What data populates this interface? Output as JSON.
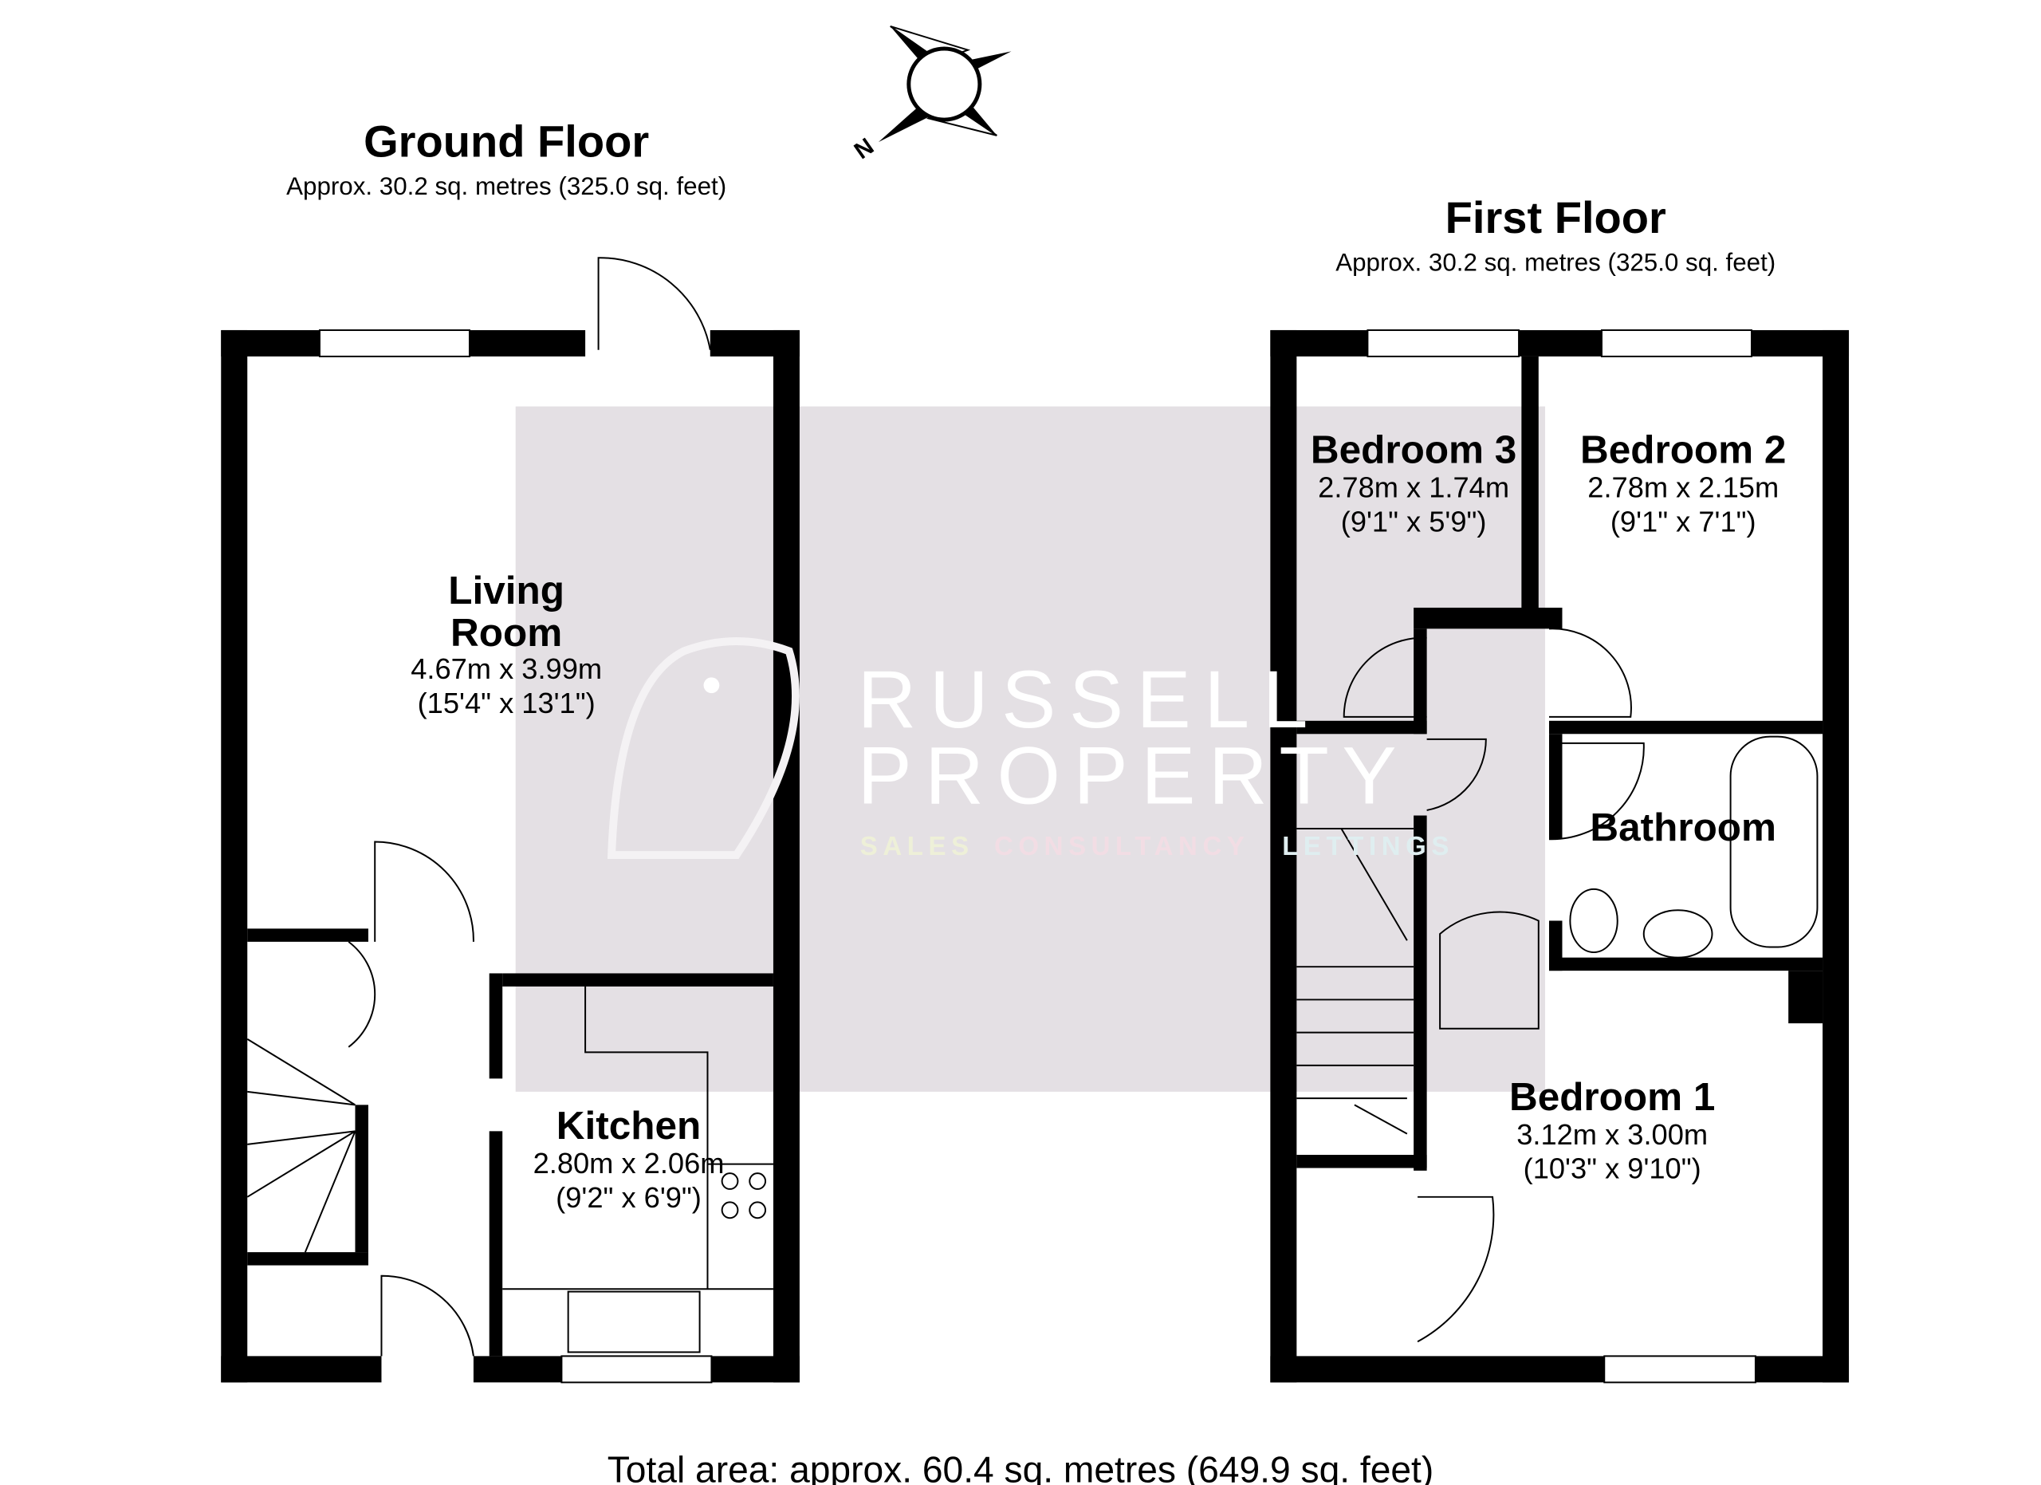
{
  "ground_floor": {
    "title": "Ground Floor",
    "area": "Approx. 30.2 sq. metres (325.0 sq. feet)",
    "rooms": [
      {
        "name_line1": "Living",
        "name_line2": "Room",
        "metric": "4.67m x 3.99m",
        "imperial": "(15'4\" x 13'1\")"
      },
      {
        "name": "Kitchen",
        "metric": "2.80m x 2.06m",
        "imperial": "(9'2\" x 6'9\")"
      }
    ]
  },
  "first_floor": {
    "title": "First Floor",
    "area": "Approx. 30.2 sq. metres (325.0 sq. feet)",
    "rooms": [
      {
        "name": "Bedroom 3",
        "metric": "2.78m x 1.74m",
        "imperial": "(9'1\" x 5'9\")"
      },
      {
        "name": "Bedroom 2",
        "metric": "2.78m x 2.15m",
        "imperial": "(9'1\" x 7'1\")"
      },
      {
        "name": "Bathroom"
      },
      {
        "name": "Bedroom 1",
        "metric": "3.12m x 3.00m",
        "imperial": "(10'3\" x 9'10\")"
      }
    ]
  },
  "compass": {
    "icon": "north-compass-icon",
    "label": "N"
  },
  "watermark": {
    "line1": "RUSSELL",
    "line2": "PROPERTY",
    "tag1": "SALES",
    "tag2": "CONSULTANCY",
    "tag3": "LETTINGS",
    "colors": {
      "panel": "#e4e0e4",
      "sales": "#eef0d8",
      "consultancy": "#f2dde4",
      "lettings": "#dfeef0"
    }
  },
  "total_area": "Total area: approx. 60.4 sq. metres (649.9 sq. feet)"
}
